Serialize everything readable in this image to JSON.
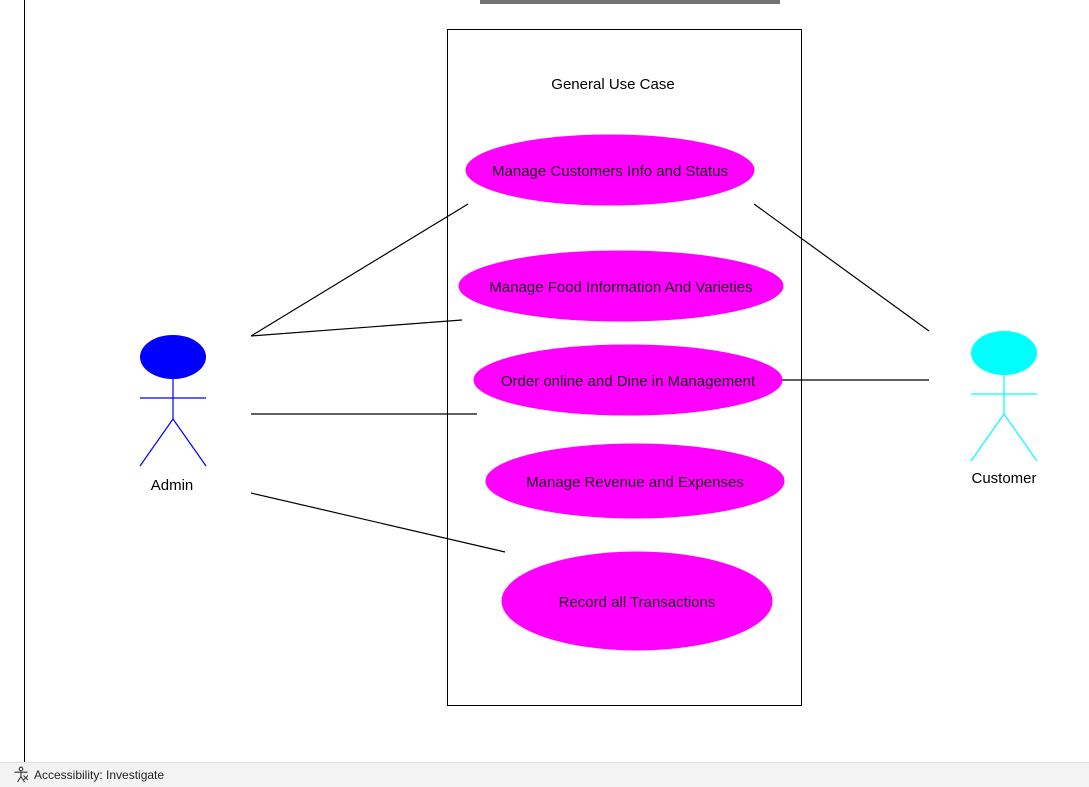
{
  "diagram": {
    "system_boundary_title": "General Use Case",
    "use_cases": [
      "Manage Customers Info and Status",
      "Manage Food Information And Varieties",
      "Order online and Dine in Management",
      "Manage Revenue and Expenses",
      "Record all Transactions"
    ],
    "actors": {
      "admin": {
        "label": "Admin",
        "color": "#0000ff"
      },
      "customer": {
        "label": "Customer",
        "color": "#00ffff"
      }
    },
    "use_case_color": "#ff00ff",
    "line_color": "#000000"
  },
  "status_bar": {
    "accessibility_icon": "accessibility-icon",
    "accessibility_text": "Accessibility: Investigate"
  }
}
